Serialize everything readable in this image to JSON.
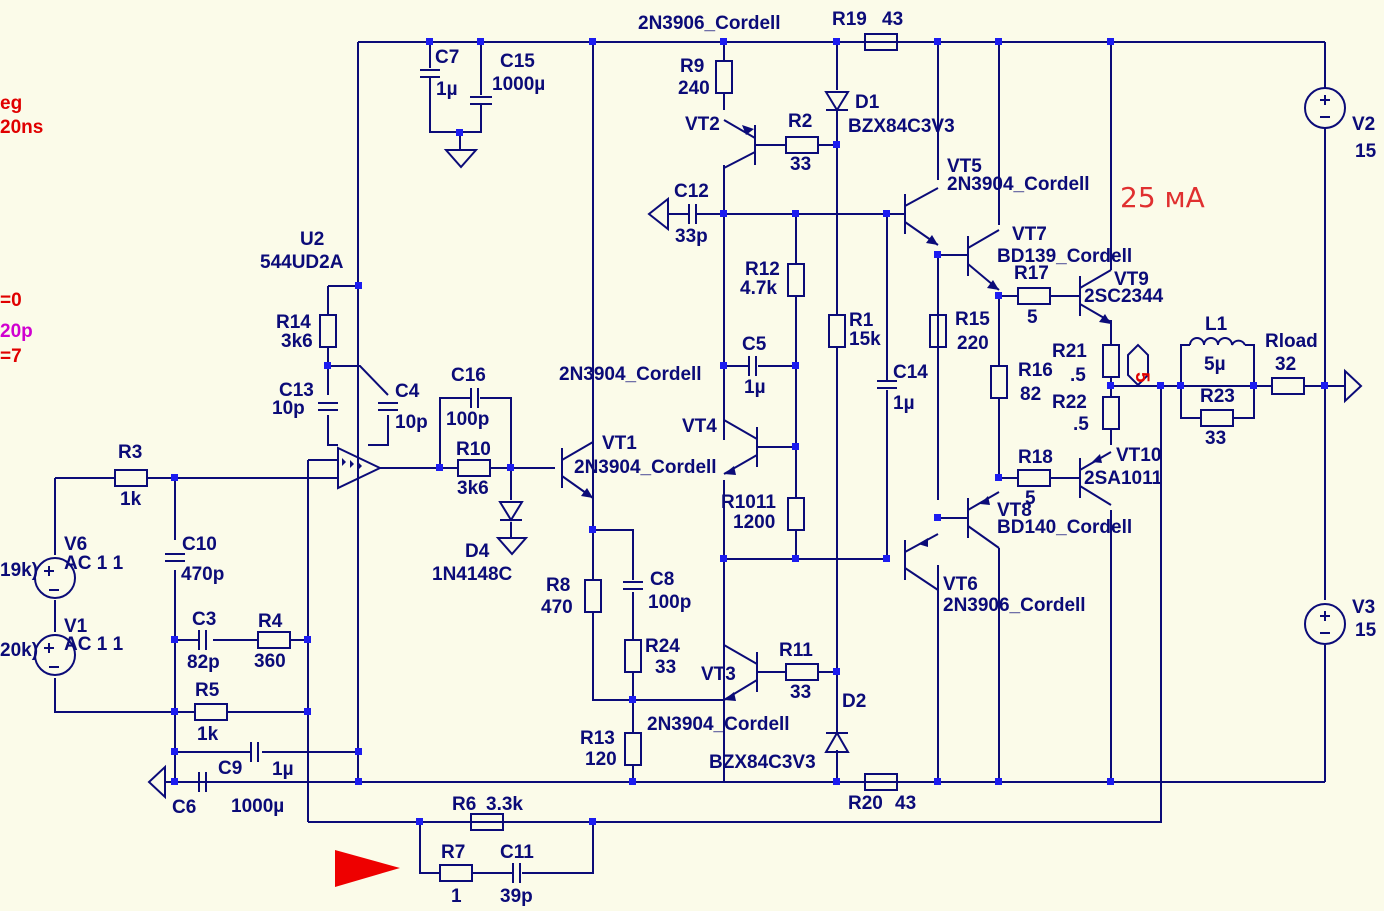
{
  "annotation": "25 мА",
  "cut_off_text": {
    "line1": "eg",
    "line2": "20ns",
    "line3": "=0",
    "line4": "20p",
    "line5": "=7"
  },
  "components": {
    "C7": {
      "ref": "C7",
      "value": "1µ"
    },
    "C15": {
      "ref": "C15",
      "value": "1000µ"
    },
    "R9": {
      "ref": "R9",
      "value": "240"
    },
    "VT2": {
      "ref": "VT2",
      "model": "2N3906_Cordell"
    },
    "R2": {
      "ref": "R2",
      "value": "33"
    },
    "R19": {
      "ref": "R19",
      "value": "43"
    },
    "D1": {
      "ref": "D1",
      "model": "BZX84C3V3"
    },
    "VT5": {
      "ref": "VT5",
      "model": "2N3904_Cordell"
    },
    "VT7": {
      "ref": "VT7",
      "model": "BD139_Cordell"
    },
    "R17": {
      "ref": "R17",
      "value": "5"
    },
    "VT9": {
      "ref": "VT9",
      "model": "2SC2344"
    },
    "V2": {
      "ref": "V2",
      "value": "15"
    },
    "C12": {
      "ref": "C12",
      "value": "33p"
    },
    "R12": {
      "ref": "R12",
      "value": "4.7k"
    },
    "R1": {
      "ref": "R1",
      "value": "15k"
    },
    "R15": {
      "ref": "R15",
      "value": "220"
    },
    "R21": {
      "ref": "R21",
      "value": ".5"
    },
    "R16": {
      "ref": "R16",
      "value": "82"
    },
    "R22": {
      "ref": "R22",
      "value": ".5"
    },
    "L1": {
      "ref": "L1",
      "value": "5µ"
    },
    "R23": {
      "ref": "R23",
      "value": "33"
    },
    "Rload": {
      "ref": "Rload",
      "value": "32"
    },
    "U2": {
      "ref": "U2",
      "model": "544UD2A"
    },
    "R14": {
      "ref": "R14",
      "value": "3k6"
    },
    "C13": {
      "ref": "C13",
      "value": "10p"
    },
    "C4": {
      "ref": "C4",
      "value": "10p"
    },
    "C16": {
      "ref": "C16",
      "value": "100p"
    },
    "R10": {
      "ref": "R10",
      "value": "3k6"
    },
    "C5": {
      "ref": "C5",
      "value": "1µ"
    },
    "C14": {
      "ref": "C14",
      "value": "1µ"
    },
    "VT4": {
      "ref": "VT4",
      "model": "2N3904_Cordell"
    },
    "VT1": {
      "ref": "VT1",
      "model": "2N3904_Cordell"
    },
    "R1011": {
      "ref": "R1011",
      "value": "1200"
    },
    "R18": {
      "ref": "R18",
      "value": "5"
    },
    "VT10": {
      "ref": "VT10",
      "model": "2SA1011"
    },
    "VT8": {
      "ref": "VT8",
      "model": "BD140_Cordell"
    },
    "R3": {
      "ref": "R3",
      "value": "1k"
    },
    "V6": {
      "ref": "V6",
      "value": "AC 1 1"
    },
    "C10": {
      "ref": "C10",
      "value": "470p"
    },
    "D4": {
      "ref": "D4",
      "model": "1N4148C"
    },
    "R8": {
      "ref": "R8",
      "value": "470"
    },
    "C8": {
      "ref": "C8",
      "value": "100p"
    },
    "VT6": {
      "ref": "VT6",
      "model": "2N3906_Cordell"
    },
    "V3": {
      "ref": "V3",
      "value": "15"
    },
    "C3": {
      "ref": "C3",
      "value": "82p"
    },
    "R4": {
      "ref": "R4",
      "value": "360"
    },
    "V1": {
      "ref": "V1",
      "value": "AC 1 1"
    },
    "R24": {
      "ref": "R24",
      "value": "33"
    },
    "R11": {
      "ref": "R11",
      "value": "33"
    },
    "VT3": {
      "ref": "VT3",
      "model": "2N3904_Cordell"
    },
    "R5": {
      "ref": "R5",
      "value": "1k"
    },
    "D2": {
      "ref": "D2",
      "model": "BZX84C3V3"
    },
    "R13": {
      "ref": "R13",
      "value": "120"
    },
    "C9": {
      "ref": "C9",
      "value": "1µ"
    },
    "C6": {
      "ref": "C6",
      "value": "1000µ"
    },
    "R20": {
      "ref": "R20",
      "value": "43"
    },
    "R6": {
      "ref": "R6",
      "value": "3.3k"
    },
    "R7": {
      "ref": "R7",
      "value": "1"
    },
    "C11": {
      "ref": "C11",
      "value": "39p"
    }
  },
  "source_fragments": {
    "V6": "19k)",
    "V1": "20k)"
  },
  "net_label_out": "5"
}
